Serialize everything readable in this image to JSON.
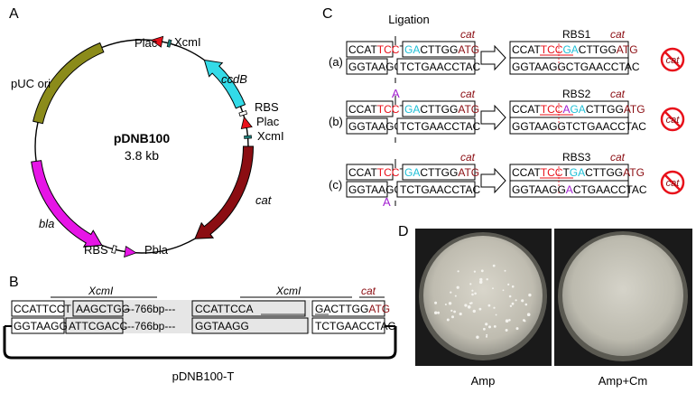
{
  "panels": {
    "a": "A",
    "b": "B",
    "c": "C",
    "d": "D"
  },
  "plasmid": {
    "name": "pDNB100",
    "size": "3.8 kb",
    "features": {
      "plac_top": "Plac",
      "xcmi_top": "XcmI",
      "puc_ori": "pUC ori",
      "ccdb": "ccdB",
      "rbs_right": "RBS",
      "plac_right": "Plac",
      "xcmi_right": "XcmI",
      "cat": "cat",
      "bla": "bla",
      "rbs_bottom": "RBS",
      "pbla": "Pbla"
    },
    "colors": {
      "puc": "#8b8b1a",
      "ccdb": "#33dbe8",
      "cat": "#8b0d12",
      "bla": "#e615e6",
      "promoter": "#e8101a",
      "site": "#1e7b77"
    }
  },
  "panel_b": {
    "xcmi_left": "XcmI",
    "xcmi_right": "XcmI",
    "cat": "cat",
    "top_left": "CCATTCCT",
    "top_mid1": "AAGCTGG",
    "top_gap1": "---766bp---",
    "top_mid2": "CCATTCCA",
    "top_right_a": "GA",
    "top_right_b": "CTTGG",
    "top_right_c": "ATG",
    "bot_left": "GGTAAGG",
    "bot_mid1": "ATTCGACC",
    "bot_gap1": "---766bp---",
    "bot_mid2": "GGTAAGG",
    "bot_right": "TCTGAACCTAC",
    "label": "pDNB100-T"
  },
  "panel_c": {
    "title": "Ligation",
    "rows": [
      {
        "tag": "(a)",
        "cat": "cat",
        "left_top_a": "CCAT",
        "left_top_b": "TCC",
        "left_top_c": "T",
        "left_bot": "GGTAAGG",
        "right_top_a": "GA",
        "right_top_b": "CTTGG",
        "right_top_c": "ATG",
        "right_bot": "TCTGAACCTAC",
        "insert": "",
        "rbs": "RBS1",
        "out_cat": "cat",
        "out_top": [
          [
            "CCAT",
            "#000"
          ],
          [
            "TCC",
            "#e8101a"
          ],
          [
            "GA",
            "#1fbfd6"
          ],
          [
            "CTTGG",
            "#000"
          ],
          [
            "ATG",
            "#8b0d12"
          ]
        ],
        "out_bot": "GGTAAGGCTGAACCTAC",
        "no": "cat"
      },
      {
        "tag": "(b)",
        "cat": "cat",
        "left_top_a": "CCAT",
        "left_top_b": "TCC",
        "left_top_c": "T",
        "left_bot": "GGTAAGG",
        "right_top_a": "GA",
        "right_top_b": "CTTGG",
        "right_top_c": "ATG",
        "right_bot": "TCTGAACCTAC",
        "insert": "A",
        "rbs": "RBS2",
        "out_cat": "cat",
        "out_top": [
          [
            "CCAT",
            "#000"
          ],
          [
            "TCC",
            "#e8101a"
          ],
          [
            "A",
            "#a21fd1"
          ],
          [
            "GA",
            "#1fbfd6"
          ],
          [
            "CTTGG",
            "#000"
          ],
          [
            "ATG",
            "#8b0d12"
          ]
        ],
        "out_bot": "GGTAAGGTCTGAACCTAC",
        "no": "cat"
      },
      {
        "tag": "(c)",
        "cat": "cat",
        "left_top_a": "CCAT",
        "left_top_b": "TCC",
        "left_top_c": "T",
        "left_bot": "GGTAAGG",
        "right_top_a": "GA",
        "right_top_b": "CTTGG",
        "right_top_c": "ATG",
        "right_bot": "TCTGAACCTAC",
        "insert": "A",
        "rbs": "RBS3",
        "out_cat": "cat",
        "out_top": [
          [
            "CCAT",
            "#000"
          ],
          [
            "TCC",
            "#e8101a"
          ],
          [
            "T",
            "#000"
          ],
          [
            "GA",
            "#1fbfd6"
          ],
          [
            "CTTGG",
            "#000"
          ],
          [
            "ATG",
            "#8b0d12"
          ]
        ],
        "out_bot_a": "GGTAAGG",
        "out_bot_b": "A",
        "out_bot_c": "CTGAACCTAC",
        "no": "cat"
      }
    ]
  },
  "panel_d": {
    "left_label": "Amp",
    "right_label": "Amp+Cm"
  }
}
